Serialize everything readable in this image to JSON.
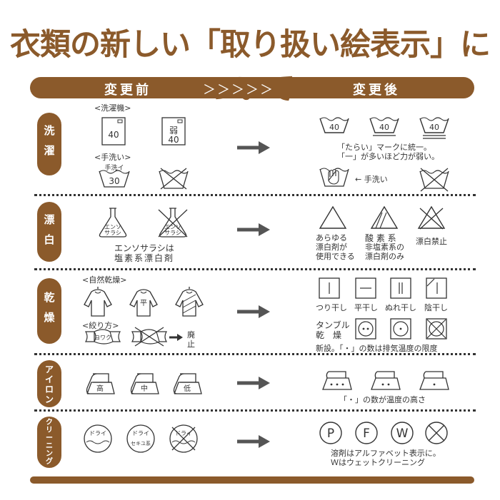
{
  "title": "衣類の新しい「取り扱い絵表示」について",
  "header": {
    "before": "変更前",
    "chevrons": "＞＞＞＞＞",
    "after": "変更後"
  },
  "categories": {
    "wash": [
      "洗",
      "濯"
    ],
    "bleach": [
      "漂",
      "白"
    ],
    "dry": [
      "乾",
      "燥"
    ],
    "iron": [
      "ア",
      "イ",
      "ロ",
      "ン"
    ],
    "clean": [
      "ク",
      "リ",
      "ー",
      "ニ",
      "ン",
      "グ"
    ]
  },
  "wash": {
    "machine_label": "<洗濯機>",
    "hand_label": "<手洗い>",
    "old_40": "40",
    "old_weak_top": "弱",
    "old_weak_num": "40",
    "old_hand_top": "手洗イ",
    "old_hand_num": "30",
    "new_num": "40",
    "note_1": "「たらい」マークに統一。",
    "note_2": "「一」が多いほど力が弱い。",
    "hand_new_label": "← 手洗い"
  },
  "bleach": {
    "old_text_1": "エンソ",
    "old_text_2": "サラシ",
    "old_note_1": "エンソサラシは",
    "old_note_2": "塩素系漂白剤",
    "new_any_1": "あらゆる",
    "new_any_2": "漂白剤が",
    "new_any_3": "使用できる",
    "new_oxy_1": "酸 素 系",
    "new_oxy_2": "非塩素系の",
    "new_oxy_3": "漂白剤のみ",
    "new_none": "漂白禁止"
  },
  "dry": {
    "natural_label": "<自然乾燥>",
    "wring_label": "<絞り方>",
    "flat_mark": "平",
    "wring_text": "ヨワク",
    "abolish_1": "廃",
    "abolish_2": "止",
    "line_dry": "つり干し",
    "flat_dry": "平干し",
    "wet_dry": "ぬれ干し",
    "shade_dry": "陰干し",
    "tumble_1": "タンブル",
    "tumble_2": "乾　燥",
    "tumble_note": "新設。「・」の数は排気温度の限度"
  },
  "iron": {
    "high": "高",
    "mid": "中",
    "low": "低",
    "note": "「・」の数が温度の高さ"
  },
  "clean": {
    "dry": "ドライ",
    "dry2": "ドライ",
    "sekiyu": "セキユ系",
    "dry3": "ドライ",
    "p": "P",
    "f": "F",
    "w": "W",
    "note_1": "溶剤はアルファベット表示に。",
    "note_2": "Ｗはウェットクリーニング"
  },
  "colors": {
    "accent": "#8B5A2B",
    "ink": "#333333"
  }
}
